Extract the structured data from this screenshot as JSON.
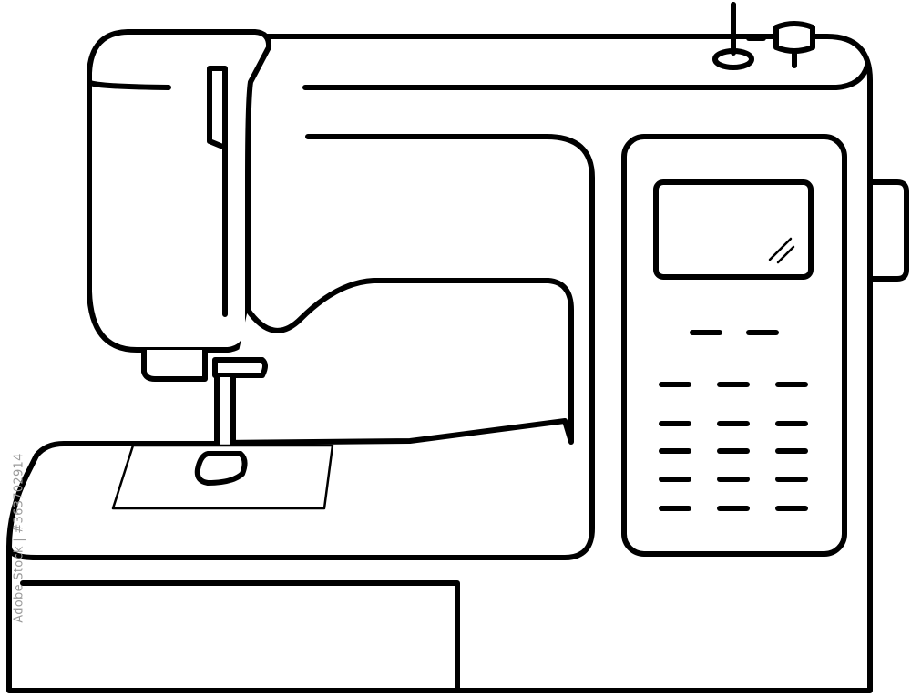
{
  "image": {
    "subject_icon": "sewing-machine-icon",
    "style": "black line art on white",
    "colors": {
      "stroke": "#000000",
      "background": "#ffffff",
      "watermark": "#9a9a9a"
    },
    "watermark_text": "Adobe Stock | #363702914",
    "control_panel": {
      "key_rows": 6,
      "top_row_keys": 2,
      "grid_columns": 3,
      "grid_rows": 5
    }
  }
}
